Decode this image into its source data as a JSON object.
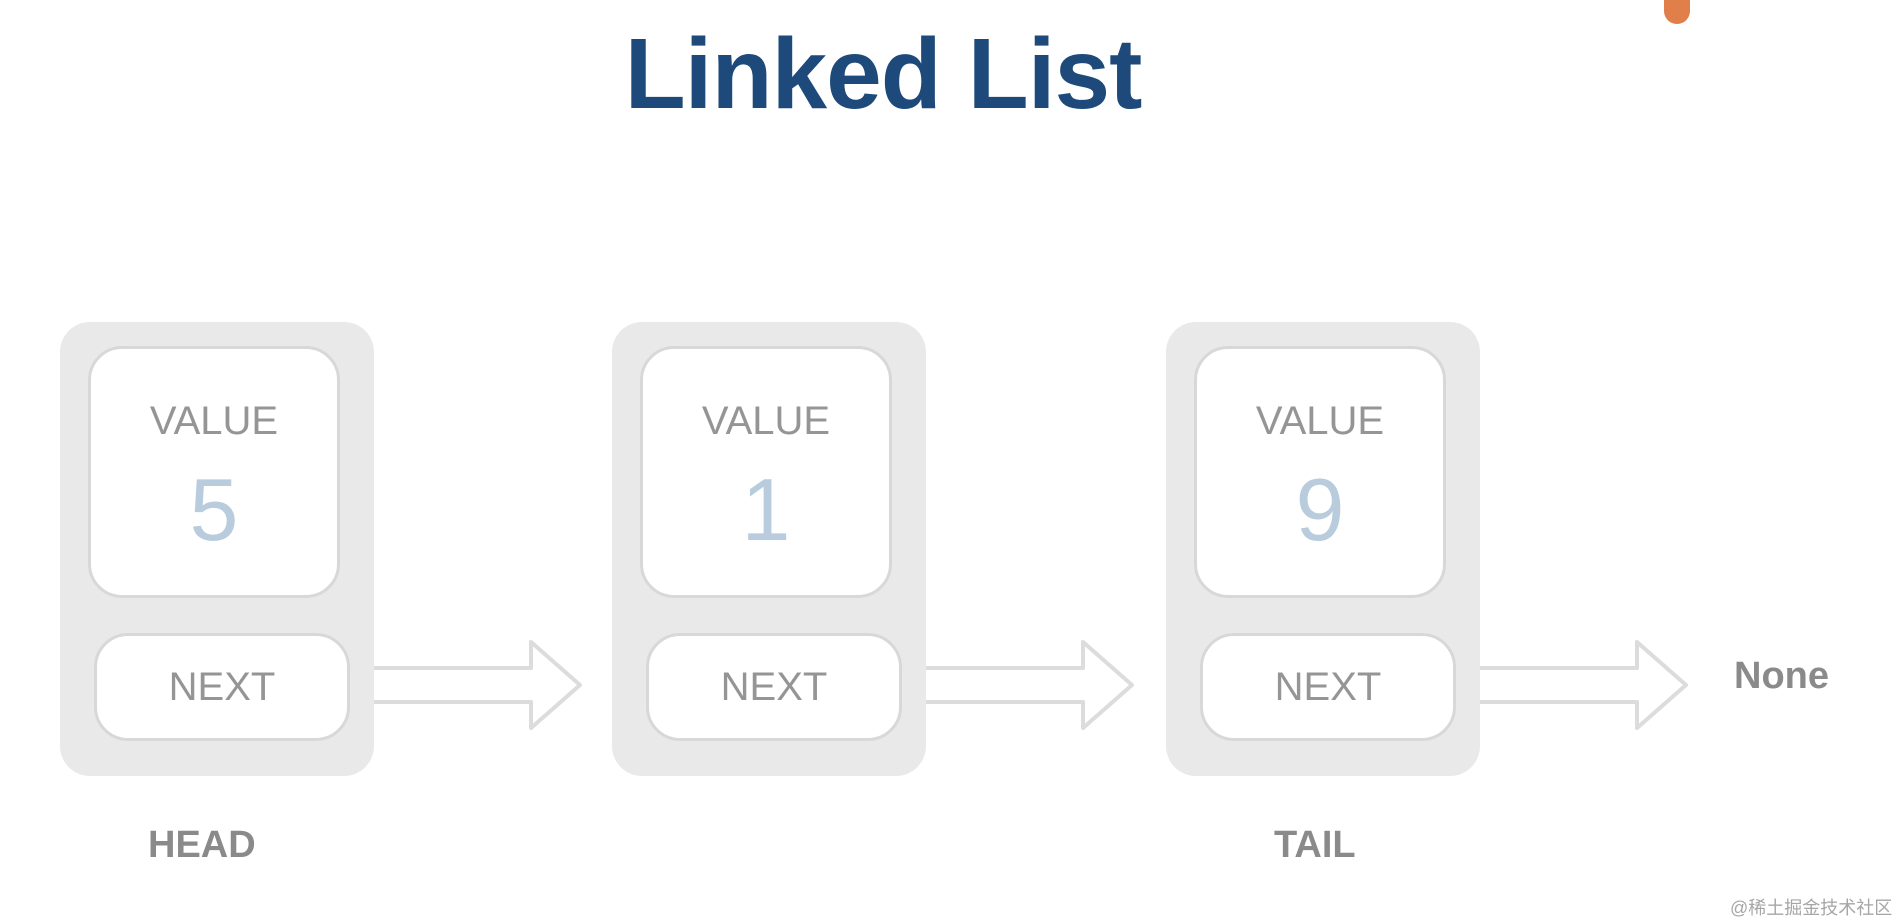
{
  "title": "Linked List",
  "nodes": [
    {
      "value_label": "VALUE",
      "value": "5",
      "next_label": "NEXT"
    },
    {
      "value_label": "VALUE",
      "value": "1",
      "next_label": "NEXT"
    },
    {
      "value_label": "VALUE",
      "value": "9",
      "next_label": "NEXT"
    }
  ],
  "captions": {
    "head": "HEAD",
    "tail": "TAIL",
    "terminal": "None"
  },
  "watermark": "@稀土掘金技术社区",
  "colors": {
    "title": "#1d4a7a",
    "node_background": "#e9e9e9",
    "value_number": "#b8ccdd",
    "label_text": "#959595",
    "accent_corner": "#e07f4a"
  }
}
